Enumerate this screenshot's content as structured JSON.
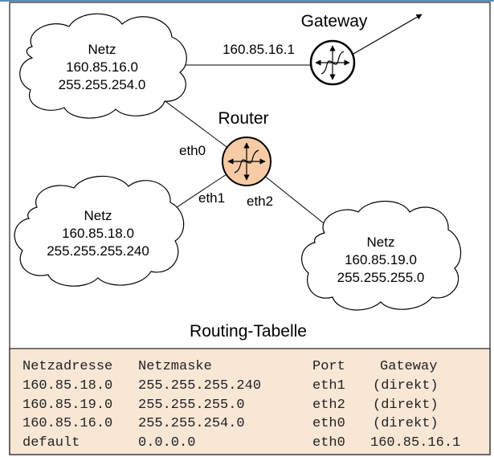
{
  "colors": {
    "frame": "#4a4a4a",
    "top_edge": "#5b8db8",
    "router_fill": "#f6cba6",
    "table_fill": "#f9e7d6",
    "table_text": "#222222"
  },
  "icons": [
    "router-icon",
    "gateway-icon",
    "arrow-icon"
  ],
  "gateway": {
    "title": "Gateway",
    "link_label": "160.85.16.1"
  },
  "router": {
    "title": "Router"
  },
  "ports": {
    "eth0": "eth0",
    "eth1": "eth1",
    "eth2": "eth2"
  },
  "networks": [
    {
      "label": "Netz",
      "address": "160.85.16.0",
      "mask": "255.255.254.0"
    },
    {
      "label": "Netz",
      "address": "160.85.18.0",
      "mask": "255.255.255.240"
    },
    {
      "label": "Netz",
      "address": "160.85.19.0",
      "mask": "255.255.255.0"
    }
  ],
  "routing_table": {
    "title": "Routing-Tabelle",
    "headers": [
      "Netzadresse",
      "Netzmaske",
      "Port",
      "Gateway"
    ],
    "rows": [
      [
        "160.85.18.0",
        "255.255.255.240",
        "eth1",
        "(direkt)"
      ],
      [
        "160.85.19.0",
        "255.255.255.0",
        "eth2",
        "(direkt)"
      ],
      [
        "160.85.16.0",
        "255.255.254.0",
        "eth0",
        "(direkt)"
      ],
      [
        "default",
        "0.0.0.0",
        "eth0",
        "160.85.16.1"
      ]
    ]
  }
}
